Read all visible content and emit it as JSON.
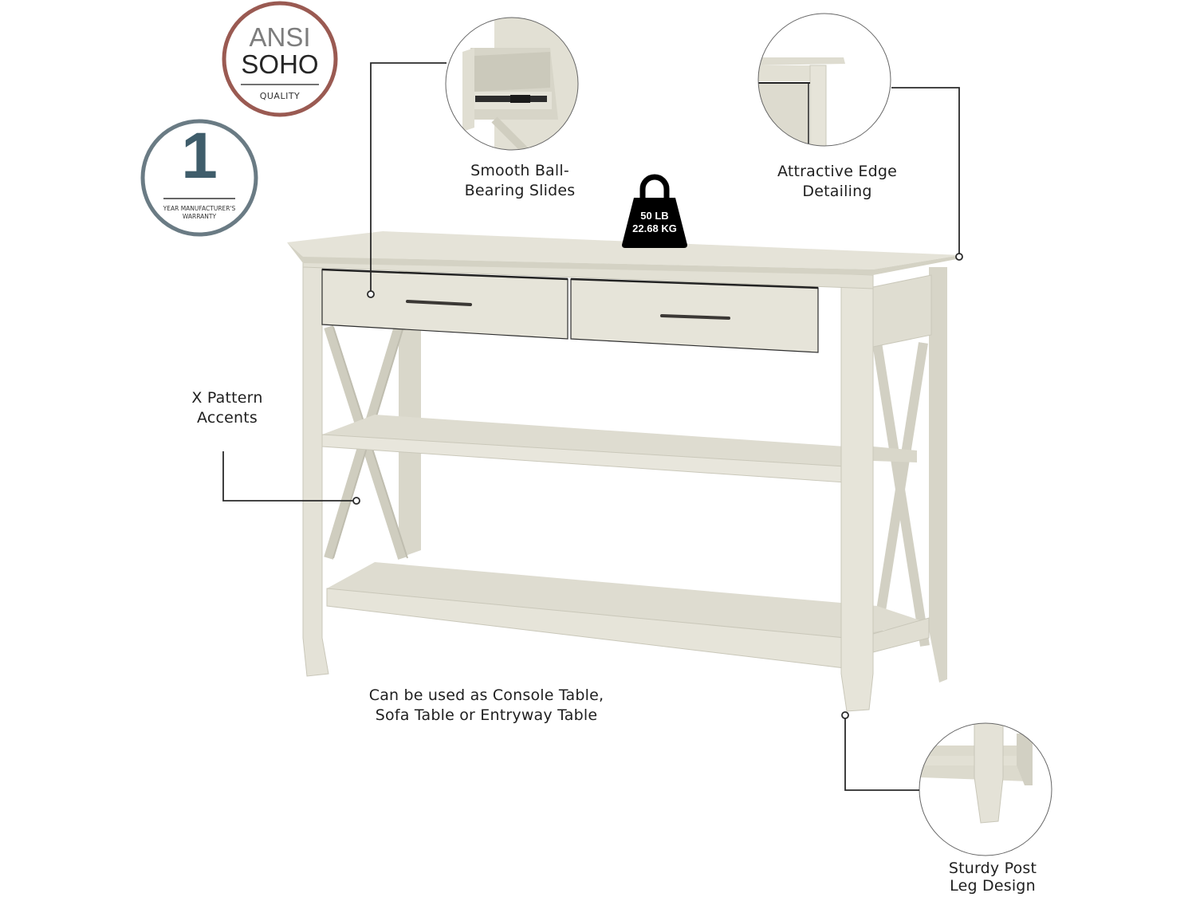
{
  "badges": {
    "ansi": {
      "line1": "ANSI",
      "line2": "SOHO",
      "line3": "QUALITY",
      "ring_color": "#9a5a52"
    },
    "warranty": {
      "number": "1",
      "line1": "YEAR MANUFACTURER'S",
      "line2": "WARRANTY",
      "ring_color": "#5f7079",
      "number_color": "#3f5d6b"
    }
  },
  "weight": {
    "lb": "50 LB",
    "kg": "22.68 KG"
  },
  "features": [
    {
      "id": "slides",
      "line1": "Smooth Ball-",
      "line2": "Bearing Slides"
    },
    {
      "id": "edge",
      "line1": "Attractive Edge",
      "line2": "Detailing"
    },
    {
      "id": "x-pattern",
      "line1": "X Pattern",
      "line2": "Accents"
    },
    {
      "id": "usage",
      "line1": "Can be used as Console Table,",
      "line2": "Sofa Table or Entryway Table"
    },
    {
      "id": "legs",
      "line1": "Sturdy Post",
      "line2": "Leg Design"
    }
  ],
  "colors": {
    "wood": "#e2e0d4",
    "wood_dark": "#cfcdbf",
    "wood_shadow": "#b9b7a8",
    "handle": "#3b3835",
    "line": "#2a2a2a"
  }
}
